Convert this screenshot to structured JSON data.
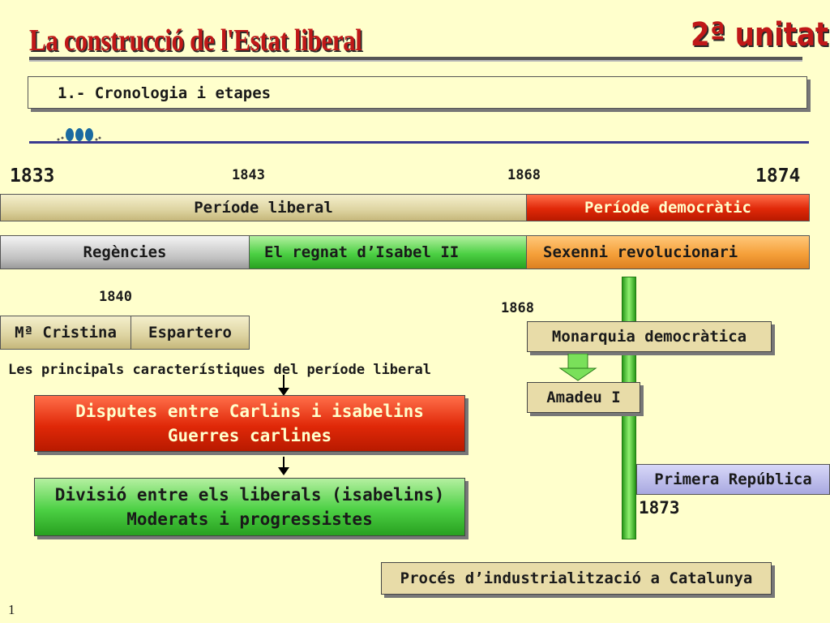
{
  "header": {
    "title": "La construcció de l'Estat liberal",
    "unit": "2ª unitat",
    "section": "1.- Cronologia i etapes"
  },
  "years": {
    "y1833": "1833",
    "y1843": "1843",
    "y1868a": "1868",
    "y1874": "1874",
    "y1840": "1840",
    "y1868b": "1868",
    "y1873": "1873"
  },
  "periods": {
    "liberal": "Període liberal",
    "democratic": "Període democràtic"
  },
  "stages": {
    "regencies": "Regències",
    "isabel": "El regnat d’Isabel II",
    "sexenni": "Sexenni revolucionari"
  },
  "regents": {
    "cristina": "Mª Cristina",
    "espartero": "Espartero"
  },
  "characteristics": {
    "caption": "Les principals característiques del període liberal",
    "box1_line1": "Disputes entre Carlins i isabelins",
    "box1_line2": "Guerres carlines",
    "box2_line1": "Divisió entre els liberals (isabelins)",
    "box2_line2": "Moderats i progressistes"
  },
  "sexenni_detail": {
    "monarquia": "Monarquia democràtica",
    "amadeu": "Amadeu I",
    "republica": "Primera República"
  },
  "industrialization": "Procés d’industrialització a Catalunya",
  "page_number": "1"
}
